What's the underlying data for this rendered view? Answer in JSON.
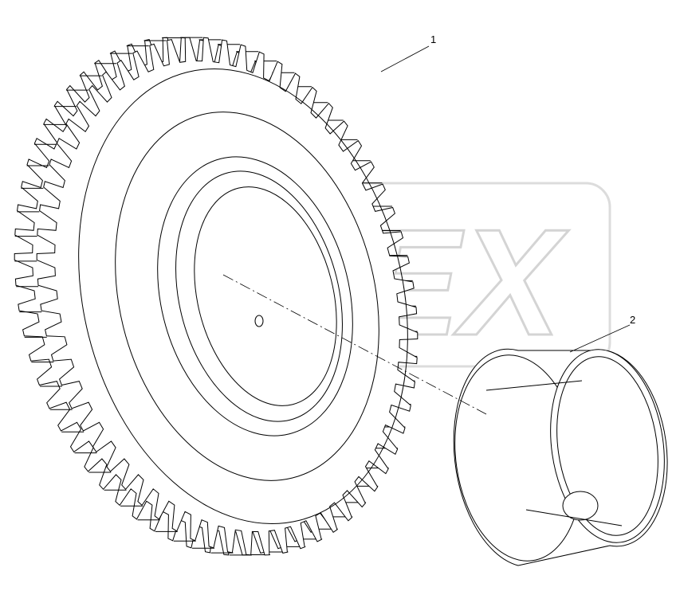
{
  "diagram": {
    "watermark": "OPEX",
    "callouts": [
      {
        "number": "1",
        "part": "gear"
      },
      {
        "number": "2",
        "part": "bushing"
      }
    ],
    "line_color": "#000000",
    "watermark_color": "#d8d8d8"
  }
}
